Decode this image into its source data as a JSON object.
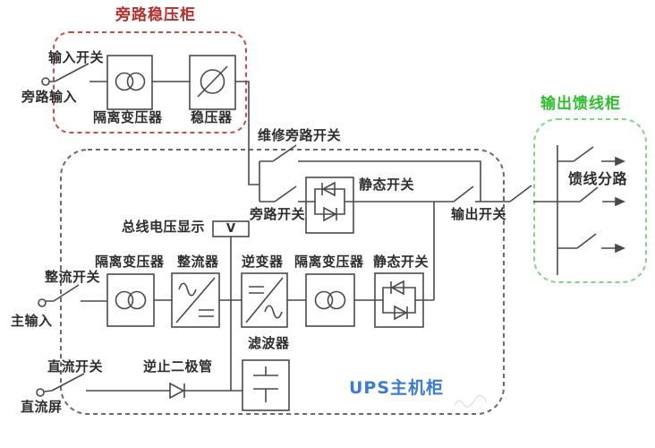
{
  "colors": {
    "bypass_cabinet_accent": "#b5302d",
    "feeder_cabinet_accent": "#2fbe2f",
    "ups_title_accent": "#3a7bd5",
    "wire": "#4a4a4a"
  },
  "bypass_cabinet": {
    "title": "旁路稳压柜",
    "input_switch": "输入开关",
    "bypass_input": "旁路输入",
    "isolation_transformer": "隔离变压器",
    "stabilizer": "稳压器"
  },
  "bypass_path": {
    "maintenance_bypass_switch": "维修旁路开关",
    "bypass_switch": "旁路开关",
    "static_switch": "静态开关",
    "output_switch": "输出开关"
  },
  "ups_cabinet": {
    "title_prefix": "UPS",
    "title_suffix": "主机柜",
    "bus_voltage_display": "总线电压显示",
    "voltmeter": "V",
    "rectifier_switch": "整流开关",
    "main_input": "主输入",
    "isolation_transformer_in": "隔离变压器",
    "rectifier": "整流器",
    "inverter": "逆变器",
    "isolation_transformer_out": "隔离变压器",
    "static_switch": "静态开关",
    "dc_switch": "直流开关",
    "dc_panel": "直流屏",
    "blocking_diode": "逆止二极管",
    "filter": "滤波器"
  },
  "feeder_cabinet": {
    "title": "输出馈线柜",
    "branch_label": "馈线分路"
  }
}
